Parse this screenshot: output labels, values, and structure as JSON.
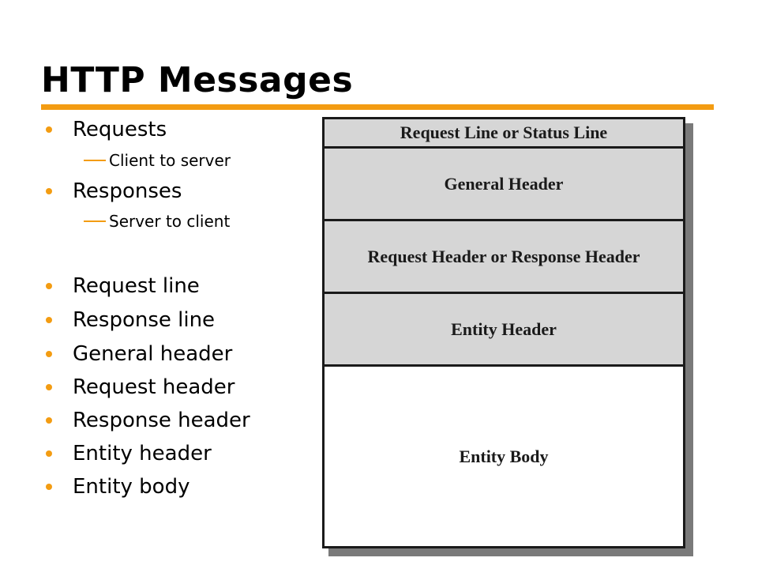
{
  "slide": {
    "title": "HTTP Messages",
    "accent_color": "#f39c12",
    "bullets": [
      {
        "label": "Requests",
        "sub": "Client to server"
      },
      {
        "label": "Responses",
        "sub": "Server to client"
      },
      {
        "label": "Request line"
      },
      {
        "label": "Response line"
      },
      {
        "label": "General header"
      },
      {
        "label": "Request header"
      },
      {
        "label": "Response header"
      },
      {
        "label": "Entity header"
      },
      {
        "label": "Entity body"
      }
    ]
  },
  "diagram": {
    "segments": [
      {
        "label": "Request Line or Status Line",
        "fill": "#d6d6d6"
      },
      {
        "label": "General Header",
        "fill": "#d6d6d6"
      },
      {
        "label": "Request Header or Response Header",
        "fill": "#d6d6d6"
      },
      {
        "label": "Entity Header",
        "fill": "#d6d6d6"
      },
      {
        "label": "Entity Body",
        "fill": "#ffffff"
      }
    ]
  }
}
